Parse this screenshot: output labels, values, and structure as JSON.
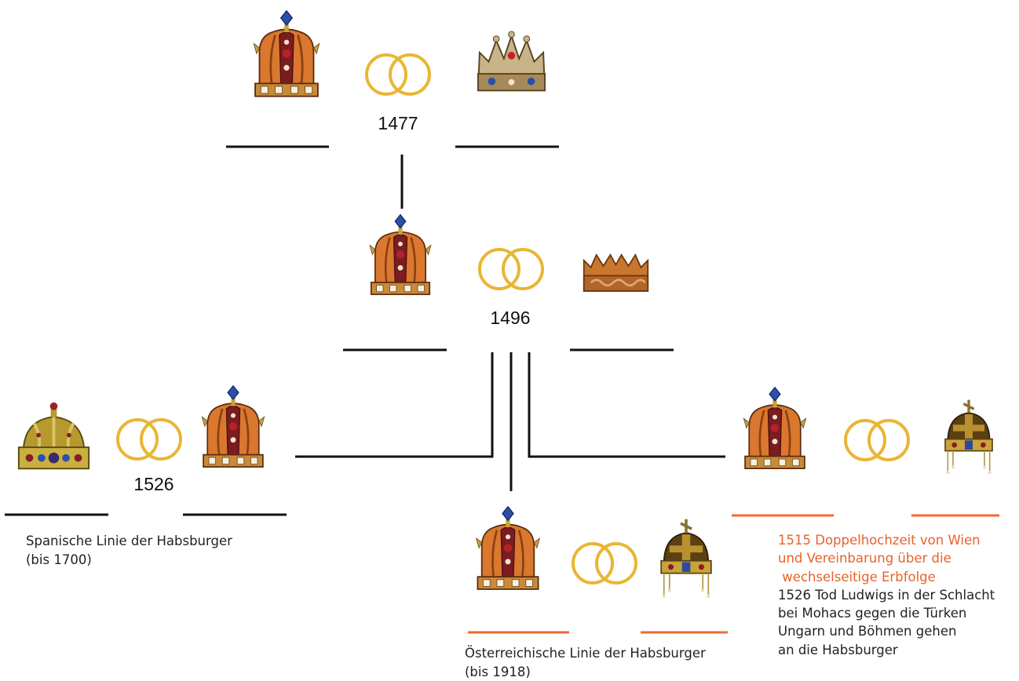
{
  "colors": {
    "ring": "#e9b634",
    "line_black": "#111111",
    "line_orange": "#ef6a32",
    "text_orange": "#e8622a",
    "crown_orange": "#d9782e",
    "crown_gold": "#c9a43a",
    "jewel_blue": "#2e4fa8",
    "jewel_red": "#b8202a"
  },
  "icons": {
    "habsburg_crown": "habsburg-crown-icon",
    "burgundy_crown": "burgundy-crown-icon",
    "castile_crown": "castile-crown-icon",
    "spanish_crown": "spanish-crown-icon",
    "hungarian_crown": "hungarian-holy-crown-icon",
    "wedding_rings": "wedding-rings-icon"
  },
  "diagram": {
    "marriage_1477": {
      "year": "1477"
    },
    "marriage_1496": {
      "year": "1496"
    },
    "marriage_1526": {
      "year": "1526"
    },
    "spanish_line": {
      "lines": [
        "Spanische Linie der Habsburger",
        "(bis 1700)"
      ]
    },
    "austrian_line": {
      "lines": [
        "Österreichische Linie der Habsburger",
        "(bis 1918)"
      ]
    },
    "note_1515": {
      "orange_lines": [
        "1515 Doppelhochzeit von Wien",
        "und Vereinbarung über die",
        " wechselseitige Erbfolge"
      ],
      "black_lines": [
        "1526 Tod Ludwigs in der Schlacht",
        "bei Mohacs gegen die Türken",
        "Ungarn und Böhmen gehen",
        "an die Habsburger"
      ]
    }
  }
}
